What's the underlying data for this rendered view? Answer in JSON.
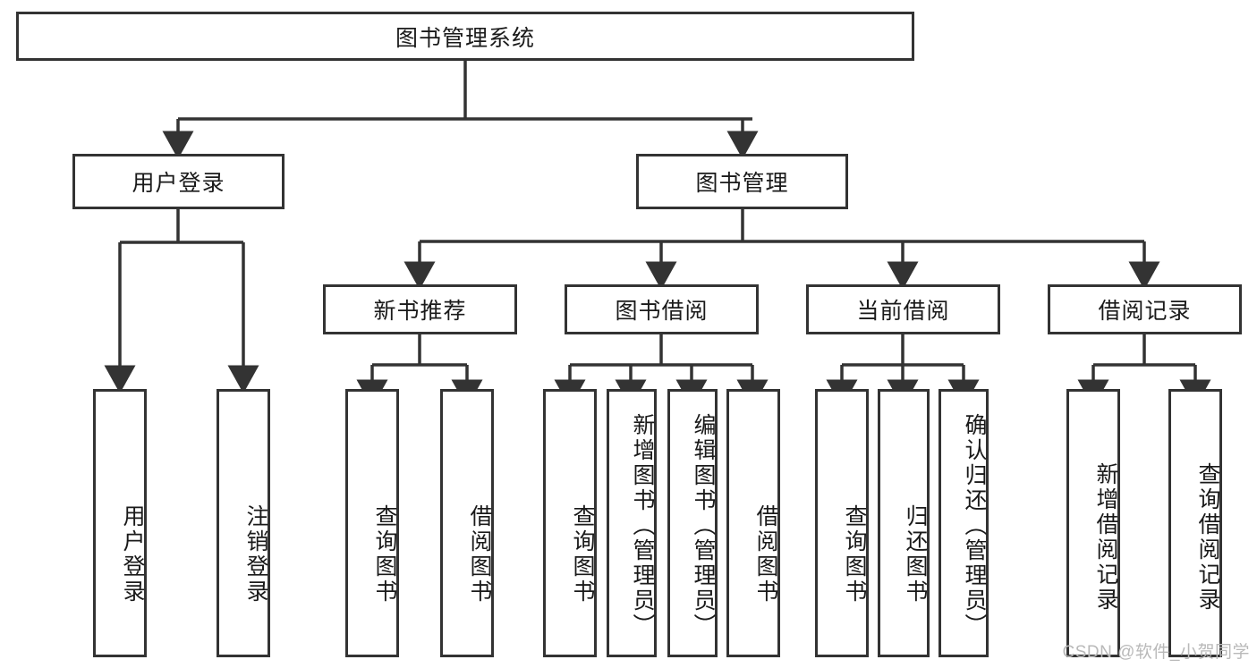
{
  "diagram": {
    "type": "tree-hierarchy",
    "title": "图书管理系统",
    "root": {
      "id": "root",
      "label": "图书管理系统",
      "orientation": "horizontal"
    },
    "level2": [
      {
        "id": "user-login",
        "label": "用户登录",
        "orientation": "horizontal"
      },
      {
        "id": "book-management",
        "label": "图书管理",
        "orientation": "horizontal"
      }
    ],
    "level3": [
      {
        "id": "new-book-recommend",
        "label": "新书推荐",
        "orientation": "horizontal",
        "parent": "book-management"
      },
      {
        "id": "book-borrow",
        "label": "图书借阅",
        "orientation": "horizontal",
        "parent": "book-management"
      },
      {
        "id": "current-borrow",
        "label": "当前借阅",
        "orientation": "horizontal",
        "parent": "book-management"
      },
      {
        "id": "borrow-record",
        "label": "借阅记录",
        "orientation": "horizontal",
        "parent": "book-management"
      }
    ],
    "leaves": [
      {
        "id": "leaf-user-login",
        "label": "用户登录",
        "parent": "user-login",
        "orientation": "vertical"
      },
      {
        "id": "leaf-user-logout",
        "label": "注销登录",
        "parent": "user-login",
        "orientation": "vertical"
      },
      {
        "id": "leaf-query-book-1",
        "label": "查询图书",
        "parent": "new-book-recommend",
        "orientation": "vertical"
      },
      {
        "id": "leaf-borrow-book-1",
        "label": "借阅图书",
        "parent": "new-book-recommend",
        "orientation": "vertical"
      },
      {
        "id": "leaf-query-book-2",
        "label": "查询图书",
        "parent": "book-borrow",
        "orientation": "vertical"
      },
      {
        "id": "leaf-add-book",
        "label": "新增图书（管理员）",
        "parent": "book-borrow",
        "orientation": "vertical"
      },
      {
        "id": "leaf-edit-book",
        "label": "编辑图书（管理员）",
        "parent": "book-borrow",
        "orientation": "vertical"
      },
      {
        "id": "leaf-borrow-book-2",
        "label": "借阅图书",
        "parent": "book-borrow",
        "orientation": "vertical"
      },
      {
        "id": "leaf-query-book-3",
        "label": "查询图书",
        "parent": "current-borrow",
        "orientation": "vertical"
      },
      {
        "id": "leaf-return-book",
        "label": "归还图书",
        "parent": "current-borrow",
        "orientation": "vertical"
      },
      {
        "id": "leaf-confirm-return",
        "label": "确认归还（管理员）",
        "parent": "current-borrow",
        "orientation": "vertical"
      },
      {
        "id": "leaf-add-record",
        "label": "新增借阅记录",
        "parent": "borrow-record",
        "orientation": "vertical"
      },
      {
        "id": "leaf-query-record",
        "label": "查询借阅记录",
        "parent": "borrow-record",
        "orientation": "vertical"
      }
    ],
    "watermark": "CSDN @软件_小贺同学",
    "colors": {
      "box_border": "#333333",
      "box_fill": "#ffffff",
      "connector": "#333333",
      "text": "#1a1a1a",
      "watermark": "#b9b9b9",
      "background": "#ffffff"
    }
  }
}
